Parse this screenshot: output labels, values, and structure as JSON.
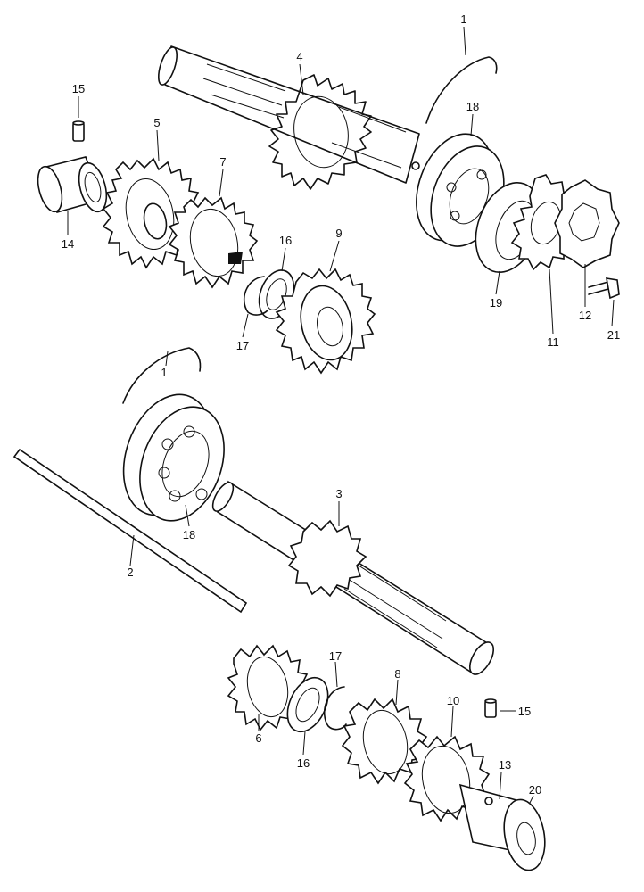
{
  "diagram": {
    "callouts": [
      "1",
      "15",
      "4",
      "5",
      "18",
      "7",
      "16",
      "9",
      "14",
      "19",
      "12",
      "21",
      "17",
      "11",
      "1",
      "3",
      "18",
      "2",
      "17",
      "8",
      "10",
      "15",
      "6",
      "16",
      "13",
      "20"
    ]
  }
}
